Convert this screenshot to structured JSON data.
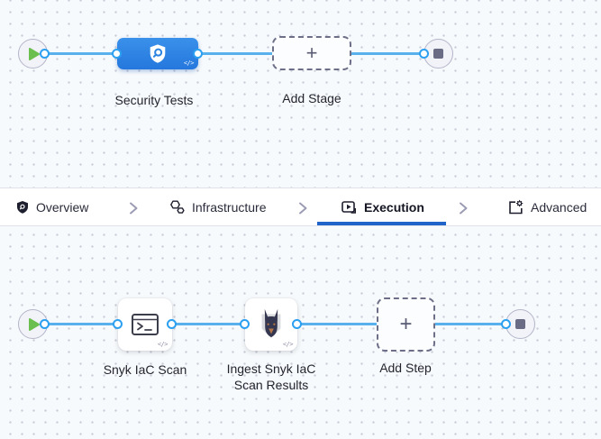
{
  "colors": {
    "accent_blue": "#2b84e2",
    "line_blue": "#58b1ec",
    "underline_blue": "#2063c9",
    "play_green": "#6abf4f",
    "node_gray": "#6a6c86"
  },
  "stage_pipeline": {
    "stage_label": "Security Tests",
    "add_stage_label": "Add Stage",
    "plus": "+",
    "code_badge": "</>"
  },
  "tab_bar": {
    "tabs": [
      {
        "label": "Overview",
        "icon": "shield-icon",
        "active": false
      },
      {
        "label": "Infrastructure",
        "icon": "hexagons-icon",
        "active": false
      },
      {
        "label": "Execution",
        "icon": "play-box-icon",
        "active": true
      },
      {
        "label": "Advanced",
        "icon": "gear-box-icon",
        "active": false
      }
    ]
  },
  "step_pipeline": {
    "steps": [
      {
        "label": "Snyk IaC Scan",
        "icon": "terminal-icon"
      },
      {
        "label_line1": "Ingest Snyk IaC",
        "label_line2": "Scan Results",
        "icon": "snyk-dog-icon"
      }
    ],
    "add_step_label": "Add Step",
    "plus": "+",
    "code_badge": "</>"
  }
}
